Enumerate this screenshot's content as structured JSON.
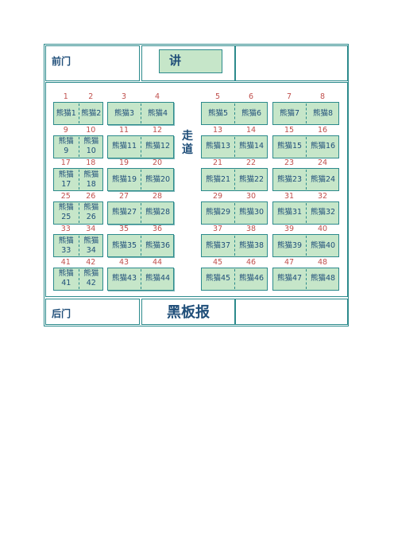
{
  "header": {
    "front_door": "前门",
    "podium": "讲"
  },
  "footer": {
    "back_door": "后门",
    "blackboard": "黑板报"
  },
  "aisle": [
    "走",
    "道"
  ],
  "seats": [
    {
      "n": "1",
      "name": "熊猫1"
    },
    {
      "n": "2",
      "name": "熊猫2"
    },
    {
      "n": "3",
      "name": "熊猫3"
    },
    {
      "n": "4",
      "name": "熊猫4"
    },
    {
      "n": "5",
      "name": "熊猫5"
    },
    {
      "n": "6",
      "name": "熊猫6"
    },
    {
      "n": "7",
      "name": "熊猫7"
    },
    {
      "n": "8",
      "name": "熊猫8"
    },
    {
      "n": "9",
      "name": "熊猫9"
    },
    {
      "n": "10",
      "name": "熊猫10"
    },
    {
      "n": "11",
      "name": "熊猫11"
    },
    {
      "n": "12",
      "name": "熊猫12"
    },
    {
      "n": "13",
      "name": "熊猫13"
    },
    {
      "n": "14",
      "name": "熊猫14"
    },
    {
      "n": "15",
      "name": "熊猫15"
    },
    {
      "n": "16",
      "name": "熊猫16"
    },
    {
      "n": "17",
      "name": "熊猫17"
    },
    {
      "n": "18",
      "name": "熊猫18"
    },
    {
      "n": "19",
      "name": "熊猫19"
    },
    {
      "n": "20",
      "name": "熊猫20"
    },
    {
      "n": "21",
      "name": "熊猫21"
    },
    {
      "n": "22",
      "name": "熊猫22"
    },
    {
      "n": "23",
      "name": "熊猫23"
    },
    {
      "n": "24",
      "name": "熊猫24"
    },
    {
      "n": "25",
      "name": "熊猫25"
    },
    {
      "n": "26",
      "name": "熊猫26"
    },
    {
      "n": "27",
      "name": "熊猫27"
    },
    {
      "n": "28",
      "name": "熊猫28"
    },
    {
      "n": "29",
      "name": "熊猫29"
    },
    {
      "n": "30",
      "name": "熊猫30"
    },
    {
      "n": "31",
      "name": "熊猫31"
    },
    {
      "n": "32",
      "name": "熊猫32"
    },
    {
      "n": "33",
      "name": "熊猫33"
    },
    {
      "n": "34",
      "name": "熊猫34"
    },
    {
      "n": "35",
      "name": "熊猫35"
    },
    {
      "n": "36",
      "name": "熊猫36"
    },
    {
      "n": "37",
      "name": "熊猫37"
    },
    {
      "n": "38",
      "name": "熊猫38"
    },
    {
      "n": "39",
      "name": "熊猫39"
    },
    {
      "n": "40",
      "name": "熊猫40"
    },
    {
      "n": "41",
      "name": "熊猫41"
    },
    {
      "n": "42",
      "name": "熊猫42"
    },
    {
      "n": "43",
      "name": "熊猫43"
    },
    {
      "n": "44",
      "name": "熊猫44"
    },
    {
      "n": "45",
      "name": "熊猫45"
    },
    {
      "n": "46",
      "name": "熊猫46"
    },
    {
      "n": "47",
      "name": "熊猫47"
    },
    {
      "n": "48",
      "name": "熊猫48"
    }
  ]
}
